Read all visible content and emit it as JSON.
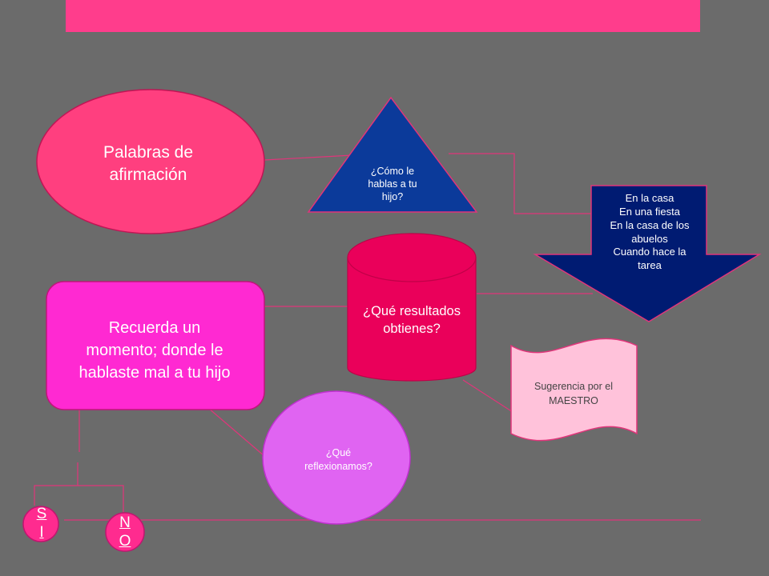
{
  "colors": {
    "background": "#6b6b6b",
    "banner": "#ff3d8c",
    "connector": "#e0357a",
    "palabras_fill": "#ff3f7f",
    "triangle_fill": "#0b3a9a",
    "arrow_fill": "#001b72",
    "cylinder_fill": "#ea005a",
    "recuerda_fill": "#ff29d2",
    "scroll_fill": "#ffc2da",
    "reflexion_fill": "#e064f2",
    "si_no_fill": "#ff2b8f"
  },
  "shapes": {
    "palabras": {
      "text": "Palabras de\nafirmación"
    },
    "como": {
      "text": "¿Cómo le\nhablas a tu\nhijo?"
    },
    "donde": {
      "text": "En la casa\nEn una fiesta\nEn la casa de los\nabuelos\nCuando hace la\ntarea"
    },
    "resultados": {
      "text": "¿Qué resultados\nobtienes?"
    },
    "recuerda": {
      "text": "Recuerda un\nmomento; donde le\nhablaste mal a tu hijo"
    },
    "sugerencia": {
      "text": "Sugerencia  por el\nMAESTRO"
    },
    "reflexion": {
      "text": "¿Qué\nreflexionamos?"
    },
    "si": {
      "text": "S\nI"
    },
    "no": {
      "text": "N\nO"
    }
  }
}
